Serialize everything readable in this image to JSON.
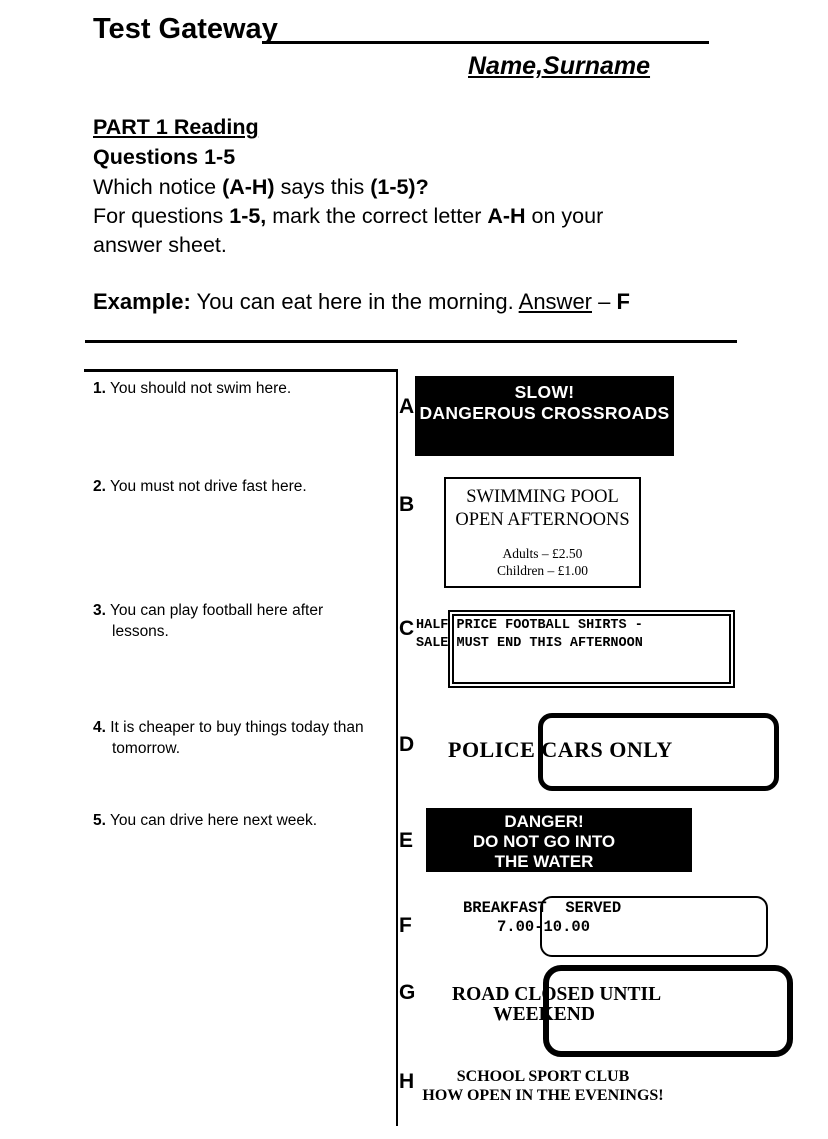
{
  "colors": {
    "ink": "#000000",
    "paper": "#ffffff",
    "sign_dark_bg": "#000000",
    "sign_dark_text": "#ffffff"
  },
  "header": {
    "title": "Test Gateway",
    "name_hint": "Name,Surname"
  },
  "instructions": {
    "part_heading": "PART 1 Reading",
    "questions_heading": "Questions 1-5",
    "which_pre": "Which notice ",
    "which_b1": "(A-H)",
    "which_mid": " says this ",
    "which_b2": "(1-5)?",
    "for_pre": "For questions ",
    "for_b1": "1-5,",
    "for_mid": " mark the correct letter ",
    "for_b2": "A-H",
    "for_post": " on your",
    "for_cont": "answer sheet."
  },
  "example": {
    "label": "Example:",
    "body": " You can eat here in the morning. ",
    "answer_word": "Answer",
    "sep": " – ",
    "value": "F"
  },
  "questions": [
    {
      "num": "1.",
      "line1": "You should not swim here.",
      "line2": ""
    },
    {
      "num": "2.",
      "line1": "You must not drive fast here.",
      "line2": ""
    },
    {
      "num": "3.",
      "line1": "You can play football here after",
      "line2": "lessons."
    },
    {
      "num": "4.",
      "line1": "It is cheaper to buy things today than",
      "line2": "tomorrow."
    },
    {
      "num": "5.",
      "line1": "You can drive here next week.",
      "line2": ""
    }
  ],
  "notices": {
    "a": {
      "letter": "A",
      "line1": "SLOW!",
      "line2": "DANGEROUS CROSSROADS"
    },
    "b": {
      "letter": "B",
      "title1": "SWIMMING POOL",
      "title2": "OPEN AFTERNOONS",
      "price1": "Adults – £2.50",
      "price2": "Children – £1.00"
    },
    "c": {
      "letter": "C",
      "line1": "HALF PRICE FOOTBALL SHIRTS -",
      "line2": "SALE MUST END THIS AFTERNOON"
    },
    "d": {
      "letter": "D",
      "text": "POLICE CARS ONLY"
    },
    "e": {
      "letter": "E",
      "line1": "DANGER!",
      "line2": "DO NOT GO INTO",
      "line3": "THE WATER"
    },
    "f": {
      "letter": "F",
      "line1": "BREAKFAST  SERVED",
      "line2": "7.00-10.00"
    },
    "g": {
      "letter": "G",
      "line1": "ROAD CLOSED UNTIL",
      "line2": "WEEKEND"
    },
    "h": {
      "letter": "H",
      "line1": "SCHOOL SPORT CLUB",
      "line2": "HOW OPEN IN THE EVENINGS!"
    }
  }
}
